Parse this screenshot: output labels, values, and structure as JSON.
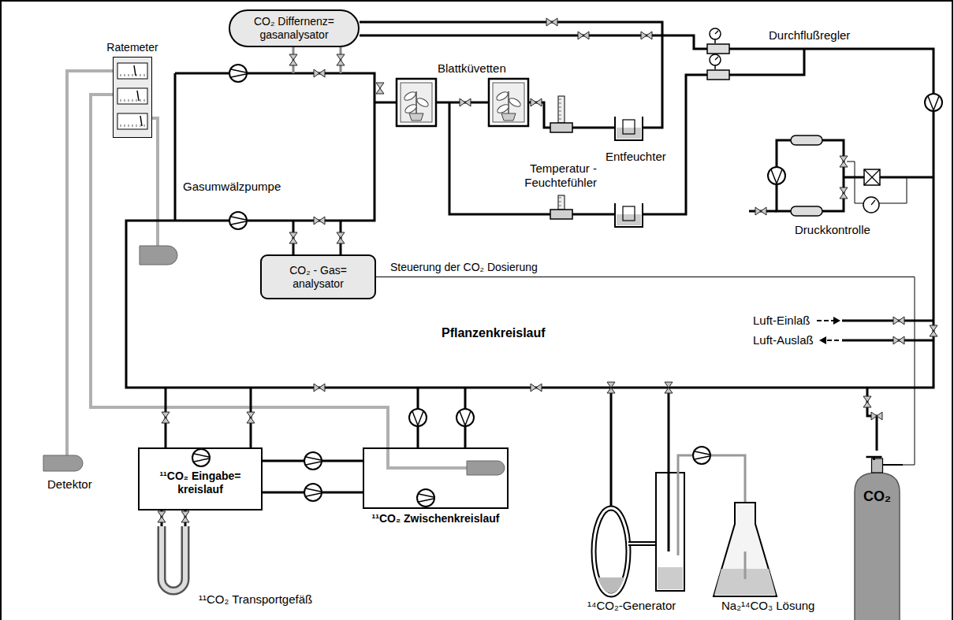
{
  "diagram": {
    "nodes": [
      {
        "text": [
          "Ratemeter"
        ]
      },
      {
        "text": [
          "CO₂ Differnenz= gasanalysator"
        ]
      },
      {
        "text": [
          "CO₂ - Gas= analysator"
        ]
      },
      {
        "text": [
          "¹¹CO₂ Eingabe= kreislauf"
        ]
      },
      {
        "text": [
          "¹¹CO₂ Zwischenkreislauf"
        ]
      },
      {
        "text": [
          "CO₂"
        ]
      }
    ],
    "edges": [
      {
        "from": 3,
        "to": 4,
        "arrow": "none"
      },
      {
        "from": 3,
        "to": 4,
        "arrow": "none"
      },
      {
        "from": 2,
        "to": 5,
        "label": "Steuerung der CO₂ Dosierung",
        "arrow": "none"
      }
    ],
    "labels": [
      "Durchflußregler",
      "Blattküvetten",
      "Gasumwälzpumpe",
      "Entfeuchter",
      "Temperatur - Feuchtefühler",
      "Druckkontrolle",
      "Luft-Einlaß",
      "Luft-Auslaß",
      "Pflanzenkreislauf",
      "Detektor",
      "¹¹CO₂ Transportgefäß",
      "¹⁴CO₂-Generator",
      "Na₂¹⁴CO₃ Lösung"
    ]
  }
}
